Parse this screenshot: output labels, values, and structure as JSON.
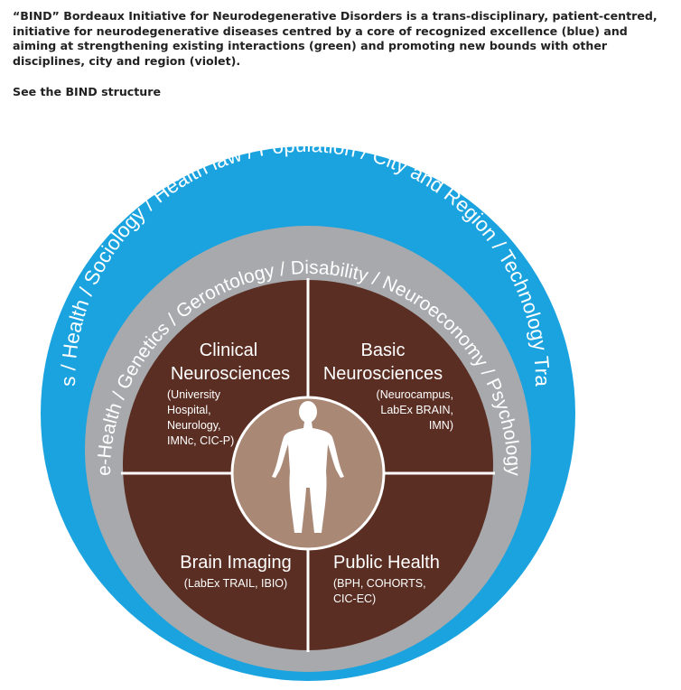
{
  "intro": {
    "text": "“BIND” Bordeaux Initiative for Neurodegenerative Disorders is a trans-disciplinary, patient-centred, initiative for neurodegenerative diseases centred by a core of recognized excellence (blue) and aiming at strengthening existing interactions (green) and promoting new bounds with other disciplines, city and region (violet).",
    "link_label": "See the BIND structure"
  },
  "diagram": {
    "colors": {
      "outer_ring": "#1aa3df",
      "middle_ring": "#a7a9ac",
      "core": "#5a2e22",
      "center": "#a98876",
      "separator": "#ffffff"
    },
    "outer_ring_text": "Ethics / Health / Sociology / Health law / Population / City and Region / Technology Transfer",
    "middle_ring_text": "e-Health / Genetics / Gerontology / Disability / Neuroeconomy / Psychology",
    "center_icon": "human-figure-icon",
    "quadrants": {
      "clinical": {
        "title_line1": "Clinical",
        "title_line2": "Neurosciences",
        "details": [
          "(University",
          "Hospital,",
          "Neurology,",
          "IMNc, CIC-P)"
        ]
      },
      "basic": {
        "title_line1": "Basic",
        "title_line2": "Neurosciences",
        "details": [
          "(Neurocampus,",
          "LabEx BRAIN,",
          "IMN)"
        ]
      },
      "imaging": {
        "title": "Brain Imaging",
        "details": [
          "(LabEx TRAIL, IBIO)"
        ]
      },
      "public_health": {
        "title": "Public Health",
        "details": [
          "(BPH, COHORTS,",
          "CIC-EC)"
        ]
      }
    }
  }
}
